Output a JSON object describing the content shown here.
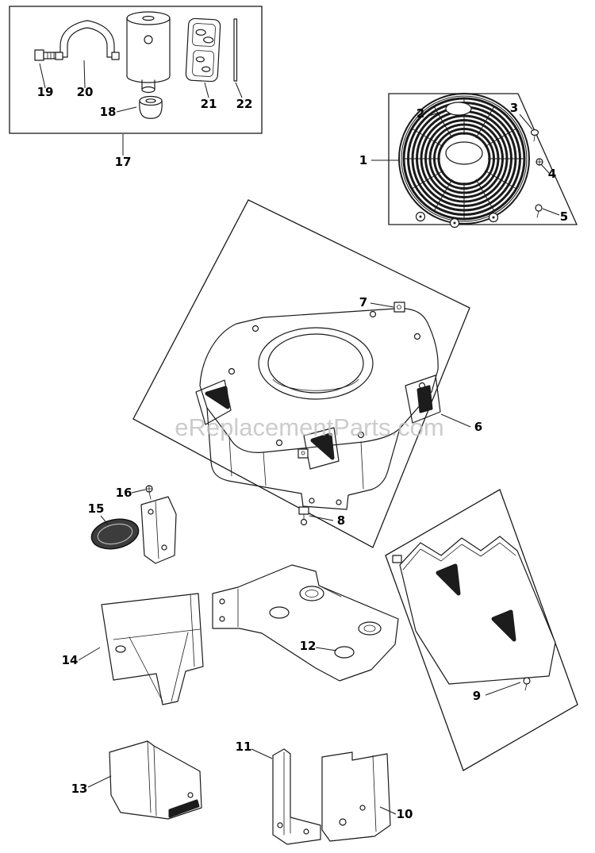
{
  "diagram": {
    "watermark": "eReplacementParts.com",
    "callouts": [
      "1",
      "2",
      "3",
      "4",
      "5",
      "6",
      "7",
      "8",
      "9",
      "10",
      "11",
      "12",
      "13",
      "14",
      "15",
      "16",
      "17",
      "18",
      "19",
      "20",
      "21",
      "22"
    ],
    "colors": {
      "line": "#1a1a1a",
      "vent_fill": "#1c1c1c",
      "watermark": "#c0c0c0"
    }
  }
}
